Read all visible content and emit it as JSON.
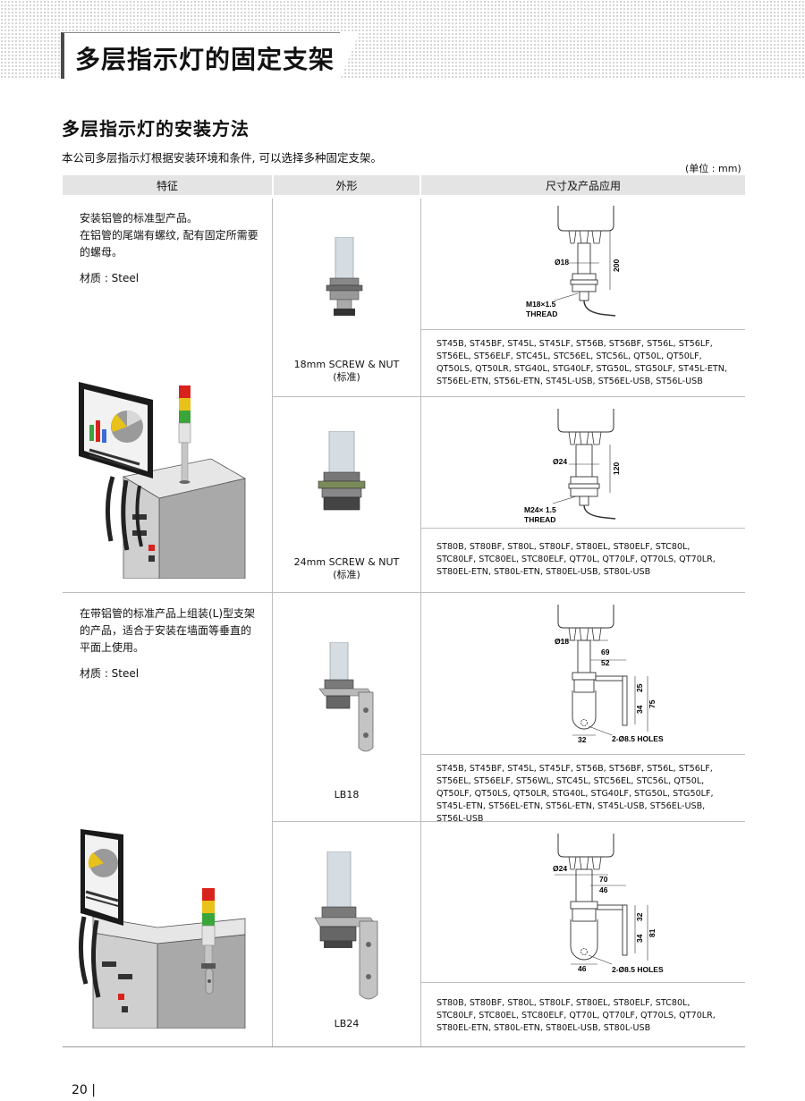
{
  "page": {
    "title": "多层指示灯的固定支架",
    "section_title": "多层指示灯的安装方法",
    "description": "本公司多层指示灯根据安装环境和条件, 可以选择多种固定支架。",
    "unit": "(单位 : mm)",
    "page_number": "20 |"
  },
  "table": {
    "headers": [
      "特征",
      "外形",
      "尺寸及产品应用"
    ],
    "groups": [
      {
        "feature_lines": [
          "安装铝管的标准型产品。",
          "在铝管的尾端有螺纹, 配有固定所需要",
          "的螺母。"
        ],
        "material": "材质 : Steel"
      },
      {
        "feature_lines": [
          "在带铝管的标准产品上组装(L)型支架",
          "的产品，适合于安装在墙面等垂直的",
          "平面上使用。"
        ],
        "material": "材质 : Steel"
      }
    ],
    "rows": [
      {
        "name": "18mm SCREW & NUT",
        "sub": "(标准)",
        "dims": {
          "dia": "Ø18",
          "height": "200",
          "thread1": "M18×1.5",
          "thread2": "THREAD"
        },
        "models": "ST45B, ST45BF, ST45L, ST45LF, ST56B, ST56BF, ST56L, ST56LF, ST56EL, ST56ELF, STC45L, STC56EL, STC56L, QT50L, QT50LF, QT50LS, QT50LR, STG40L, STG40LF, STG50L, STG50LF, ST45L-ETN, ST56EL-ETN, ST56L-ETN, ST45L-USB, ST56EL-USB, ST56L-USB"
      },
      {
        "name": "24mm SCREW & NUT",
        "sub": "(标准)",
        "dims": {
          "dia": "Ø24",
          "height": "120",
          "thread1": "M24× 1.5",
          "thread2": "THREAD"
        },
        "models": "ST80B, ST80BF, ST80L, ST80LF, ST80EL, ST80ELF, STC80L, STC80LF, STC80EL, STC80ELF, QT70L, QT70LF, QT70LS, QT70LR, ST80EL-ETN, ST80L-ETN, ST80EL-USB, ST80L-USB"
      },
      {
        "name": "LB18",
        "sub": "",
        "dims": {
          "dia": "Ø18",
          "w1": "69",
          "w2": "52",
          "h1": "25",
          "h2": "34",
          "h3": "75",
          "bottom": "32",
          "holes": "2-Ø8.5 HOLES"
        },
        "models": "ST45B, ST45BF, ST45L, ST45LF, ST56B, ST56BF, ST56L, ST56LF, ST56EL, ST56ELF, ST56WL, STC45L, STC56EL, STC56L, QT50L, QT50LF, QT50LS, QT50LR, STG40L, STG40LF, STG50L, STG50LF, ST45L-ETN, ST56EL-ETN, ST56L-ETN, ST45L-USB, ST56EL-USB, ST56L-USB"
      },
      {
        "name": "LB24",
        "sub": "",
        "dims": {
          "dia": "Ø24",
          "w1": "70",
          "w2": "46",
          "h1": "32",
          "h2": "34",
          "h3": "81",
          "bottom": "46",
          "holes": "2-Ø8.5 HOLES"
        },
        "models": "ST80B, ST80BF, ST80L, ST80LF, ST80EL, ST80ELF, STC80L, STC80LF, STC80EL, STC80ELF, QT70L, QT70LF, QT70LS, QT70LR, ST80EL-ETN, ST80L-ETN, ST80EL-USB, ST80L-USB"
      }
    ]
  },
  "colors": {
    "signal_red": "#d8231c",
    "signal_yellow": "#e8c21a",
    "signal_green": "#3aa53a",
    "header_bg": "#e4e4e4"
  }
}
